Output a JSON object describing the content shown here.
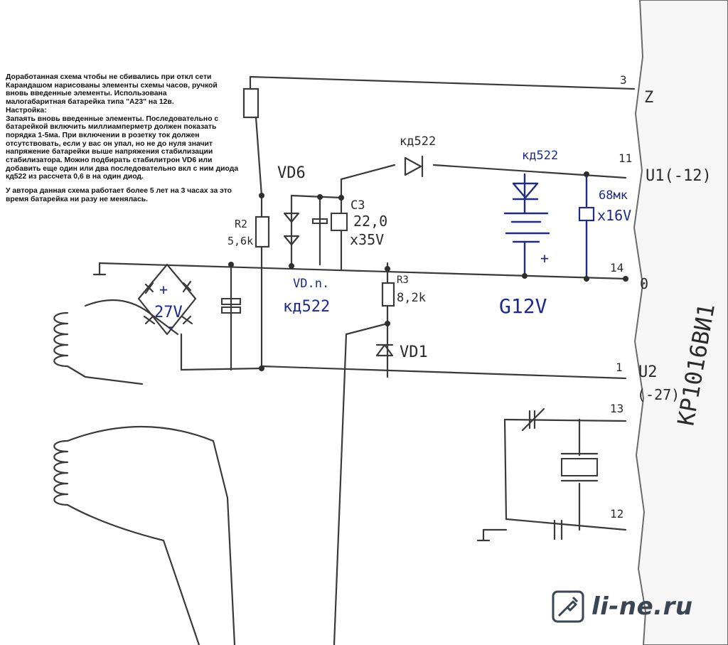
{
  "note": {
    "title": "Доработанная схема чтобы не сбивались при откл сети",
    "lines": [
      "Карандашом нарисованы элементы схемы часов, ручкой",
      "вновь введенные элементы. Использована",
      "малогабаритная батарейка типа \"A23\" на 12в.",
      "Настройка:",
      "Запаять вновь введенные элементы. Последовательно с",
      "батарейкой включить миллиамперметр должен показать",
      "порядка 1-5ма. При включении в розетку ток должен",
      "отсутствовать, если у вас он упал, но не до нуля значит",
      "напряжение батарейки выше напряжения стабилизации",
      "стабилизатора. Можно подбирать стабилитрон VD6 или",
      "добавить еще один или два последовательно вкл с ним диода",
      "кд522 из рассчета 0,6 в на один диод."
    ],
    "footer_lines": [
      "У автора данная схема работает более 5 лет на 3 часах за это",
      "время батарейка ни разу не менялась."
    ]
  },
  "labels": {
    "vd6": "VD6",
    "r2": "R2",
    "r2_value": "5,6k",
    "c3": "C3",
    "c3_value": "22,0",
    "c3_voltage": "x35V",
    "vd_ln": "VD.n.",
    "vd_ln_type": "кд522",
    "r3": "R3",
    "r3_value": "8,2k",
    "vd1": "VD1",
    "bridge_plus": "+",
    "bridge_voltage": "27V",
    "bridge_minus": "-",
    "diode_top": "кд522",
    "diode_blue": "кд522",
    "cap_blue": "68мк",
    "cap_blue_voltage": "x16V",
    "battery": "G12V",
    "battery_plus": "+",
    "pin3": "3",
    "pin11": "11",
    "pin14": "14",
    "pin1": "1",
    "pin13": "13",
    "pin12": "12",
    "sig_z": "Z",
    "sig_u1": "U1(-12)",
    "sig_0": "0",
    "sig_u2": "U2",
    "sig_u2_value": "(-27)",
    "chip": "KP1016ВИ1"
  },
  "watermark": {
    "text": "li-ne.ru",
    "icon": "soldering-iron-icon"
  },
  "colors": {
    "pencil": "#3a3a3a",
    "pen": "#1e2c86",
    "paper": "#ffffff"
  }
}
